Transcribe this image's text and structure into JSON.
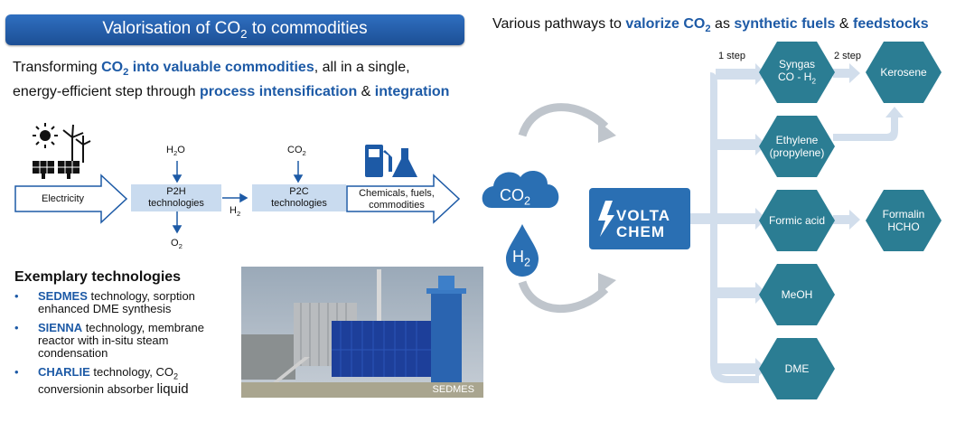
{
  "banner": {
    "text_pre": "Valorisation of CO",
    "sub": "2",
    "text_post": " to commodities"
  },
  "intro": {
    "p1": "Transforming ",
    "b1": "CO",
    "b1sub": "2",
    "b1post": " into valuable commodities",
    "p2": ", all in a single, energy-efficient step through ",
    "b2": "process intensification",
    "p3": " & ",
    "b3": "integration"
  },
  "right_title": {
    "p1": "Various pathways to ",
    "b1": "valorize CO",
    "b1sub": "2",
    "p2": " as ",
    "b2": "synthetic fuels",
    "p3": " & ",
    "b3": "feedstocks"
  },
  "flow": {
    "electricity": "Electricity",
    "p2h_line1": "P2H",
    "p2h_line2": "technologies",
    "p2c_line1": "P2C",
    "p2c_line2": "technologies",
    "output_line1": "Chemicals, fuels,",
    "output_line2": "commodities",
    "h2o": "H",
    "h2o_sub": "2",
    "h2o_post": "O",
    "co2": "CO",
    "co2_sub": "2",
    "o2": "O",
    "o2_sub": "2",
    "h2": "H",
    "h2_sub": "2"
  },
  "examples": {
    "title": "Exemplary technologies",
    "items": [
      {
        "name": "SEDMES",
        "text": " technology, sorption enhanced DME synthesis"
      },
      {
        "name": "SIENNA",
        "text": " technology, membrane reactor with in-situ steam condensation"
      },
      {
        "name": "CHARLIE",
        "text": " technology, CO",
        "sub": "2",
        "tail": " conversionin absorber ",
        "big": "liquid"
      }
    ]
  },
  "photo": {
    "caption": "SEDMES"
  },
  "hub": {
    "co2": "CO",
    "co2_sub": "2",
    "h2": "H",
    "h2_sub": "2",
    "volta_line1": "VOLTA",
    "volta_line2": "CHEM"
  },
  "steps": {
    "one": "1 step",
    "two": "2 step"
  },
  "hexes": {
    "syngas_line1": "Syngas",
    "syngas_line2": "CO - H",
    "syngas_sub": "2",
    "kerosene": "Kerosene",
    "ethylene_line1": "Ethylene",
    "ethylene_line2": "(propylene)",
    "formic": "Formic acid",
    "formalin_line1": "Formalin",
    "formalin_line2": "HCHO",
    "meoh": "MeOH",
    "dme": "DME"
  },
  "colors": {
    "accent": "#1d5aa6",
    "hex": "#2b7d93",
    "hub": "#2a6fb3",
    "arrow": "#d2deec"
  }
}
